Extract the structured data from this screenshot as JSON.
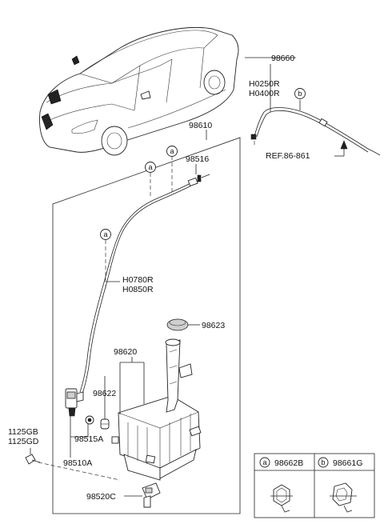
{
  "labels": {
    "p98660": "98660",
    "h0250r": "H0250R",
    "h0400r": "H0400R",
    "p98610": "98610",
    "p98516": "98516",
    "ref": "REF.86-861",
    "h0780r": "H0780R",
    "h0850r": "H0850R",
    "p98623": "98623",
    "p98620": "98620",
    "p98622": "98622",
    "p98515a": "98515A",
    "p98510a": "98510A",
    "p98520c": "98520C",
    "p1125gb": "1125GB",
    "p1125gd": "1125GD"
  },
  "callouts": {
    "a": "a",
    "b": "b"
  },
  "legend": {
    "a_marker": "a",
    "a_part": "98662B",
    "b_marker": "b",
    "b_part": "98661G"
  }
}
